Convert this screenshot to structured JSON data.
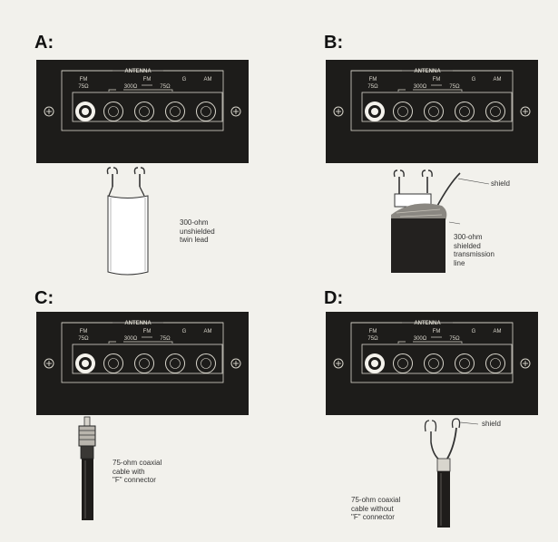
{
  "panels": [
    {
      "letter": "A:",
      "captions": [
        "300-ohm",
        "unshielded",
        "twin lead"
      ]
    },
    {
      "letter": "B:",
      "captions": [
        "300-ohm",
        "shielded",
        "transmission",
        "line"
      ],
      "shield_label": "shield"
    },
    {
      "letter": "C:",
      "captions": [
        "75-ohm coaxial",
        "cable with",
        "\"F\" connector"
      ]
    },
    {
      "letter": "D:",
      "captions": [
        "75-ohm coaxial",
        "cable without",
        "\"F\" connector"
      ],
      "shield_label": "shield"
    }
  ],
  "terminal": {
    "antenna_label": "ANTENNA",
    "fm_left": "FM",
    "ohm75_left": "75Ω",
    "fm_right": "FM",
    "ohm300": "300Ω",
    "ohm75_right": "75Ω",
    "ground": "G",
    "am": "AM"
  },
  "colors": {
    "panel": "#1d1c1a",
    "outline": "#d9d6cc",
    "background": "#f2f1ec"
  }
}
